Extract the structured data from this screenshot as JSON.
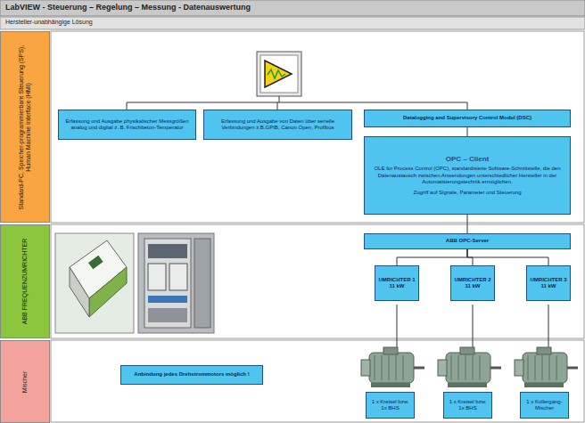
{
  "diagram": {
    "title": "LabVIEW - Steuerung – Regelung – Messung - Datenauswertung",
    "nodes": [
      {
        "text": [
          "Standard-PC, Speicher-programmierbare Steuerung (SPS), Human Machine Interface (HMI)"
        ]
      },
      {
        "text": [
          "Erfassung und Ausgabe physikalischer Messgrößen analog und digital z. B. Frischbeton-Temperatur"
        ]
      },
      {
        "text": [
          "Erfassung und Ausgabe von Daten über serielle Verbindungen z.B.GPIB, Canon Open, Profibus"
        ]
      },
      {
        "text": [
          "Datalogging and Supervisory Control Modul (DSC)"
        ]
      },
      {
        "text": [
          "OPC – Client",
          "OLE for Process Control (OPC), standardisierte Software-Schnittstelle, die den Datenaustausch zwischen Anwendungen unterschiedlicher Hersteller in der Automatisierungstechnik ermöglichen.",
          "Zugriff auf Signale, Parameter und Steuerung"
        ]
      },
      {
        "text": [
          "ABB FREQUENZUMRICHTER"
        ]
      },
      {
        "text": [
          "ABB OPC-Server"
        ]
      },
      {
        "text": [
          "UMRICHTER 1",
          "11 kW"
        ]
      },
      {
        "text": [
          "UMRICHTER 2",
          "11 kW"
        ]
      },
      {
        "text": [
          "UMRICHTER 3",
          "11 kW"
        ]
      },
      {
        "text": [
          "Mischer"
        ]
      },
      {
        "text": [
          "Anbindung jedes Drehstrommotors möglich !"
        ]
      },
      {
        "text": [
          "1 x Kreisel bzw. 1x BHS"
        ]
      },
      {
        "text": [
          "1 x Kreisel bzw. 1x BHS"
        ]
      },
      {
        "text": [
          "1 x Kollergang-Mischer"
        ]
      }
    ],
    "edges": [
      {
        "from": 3,
        "to": 4,
        "arrow": "none"
      },
      {
        "from": 4,
        "to": 6,
        "arrow": "none"
      },
      {
        "from": 6,
        "to": 7,
        "arrow": "none"
      },
      {
        "from": 6,
        "to": 8,
        "arrow": "none"
      },
      {
        "from": 6,
        "to": 9,
        "arrow": "none"
      }
    ],
    "labels": [
      "Hersteller-unabhängige Lösung"
    ]
  }
}
